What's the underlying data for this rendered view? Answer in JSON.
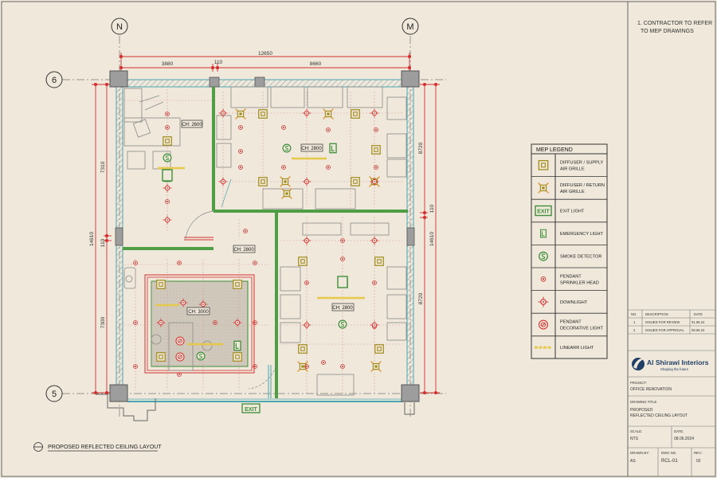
{
  "grid": {
    "top": [
      "N",
      "M"
    ],
    "left": [
      "6",
      "5"
    ]
  },
  "dims": {
    "top_total": "12650",
    "top_a": "3880",
    "top_b": "110",
    "top_c": "8660",
    "left_total": "14610",
    "left_a": "7310",
    "left_b": "7300",
    "left_c": "110",
    "right_total": "14610",
    "right_a": "8720",
    "right_b": "8720",
    "right_c": "110"
  },
  "ceiling_heights": {
    "room1": "CH: 2600",
    "open1": "CH: 2800",
    "lobby": "CH: 2800",
    "meeting": "CH: 3000",
    "open2": "CH: 2800"
  },
  "exit_sign": "EXIT",
  "plan_title": "PROPOSED REFLECTED CEILING LAYOUT",
  "notes": [
    "1. CONTRACTOR TO REFER",
    "TO MEP DRAWINGS"
  ],
  "legend": {
    "title": "MEP LEGEND",
    "items": [
      {
        "label": [
          "DIFFUSER / SUPPLY",
          "AIR GRILLE"
        ]
      },
      {
        "label": [
          "DIFFUSER / RETURN",
          "AIR GRILLE"
        ]
      },
      {
        "label": [
          "EXIT LIGHT"
        ],
        "glyph": "EXIT"
      },
      {
        "label": [
          "EMERGENCY LIGHT"
        ]
      },
      {
        "label": [
          "SMOKE DETECTOR"
        ],
        "glyph": "S"
      },
      {
        "label": [
          "PENDANT",
          "SPRINKLER HEAD"
        ]
      },
      {
        "label": [
          "DOWNLIGHT"
        ]
      },
      {
        "label": [
          "PENDANT",
          "DECORATIVE LIGHT"
        ]
      },
      {
        "label": [
          "LINEARR LIGHT"
        ]
      }
    ]
  },
  "revisions": {
    "headers": [
      "NO.",
      "DESCRIPTION",
      "DATE"
    ],
    "rows": [
      [
        "1",
        "ISSUED FOR REVIEW",
        "01.06.24"
      ],
      [
        "2",
        "ISSUED FOR APPROVAL",
        "08.06.24"
      ]
    ]
  },
  "company": {
    "name": "Al Shirawi Interiors",
    "tagline": "Shaping the future"
  },
  "project_label": "PROJECT:",
  "project": "OFFICE RENOVATION",
  "drawing_title_label": "DRAWING TITLE",
  "drawing_title": [
    "PROPOSED",
    "REFLECTED CEILING LAYOUT"
  ],
  "scale_label": "SCALE:",
  "scale": "NTS",
  "date_label": "DATE:",
  "date": "08.06.2024",
  "drawn_by_label": "DRAWN BY:",
  "drawn_by": "AS",
  "dwg_no_label": "DWG NO.",
  "dwg_no": "RCL-01",
  "rev_label": "REV.:",
  "rev": "02",
  "colors": {
    "paper": "#efe8db",
    "line": "#555555",
    "red": "#d32f2f",
    "green": "#3f8f3a",
    "teal": "#4aa6b0",
    "gold": "#a08a1a",
    "yellow": "#e6c84a"
  }
}
